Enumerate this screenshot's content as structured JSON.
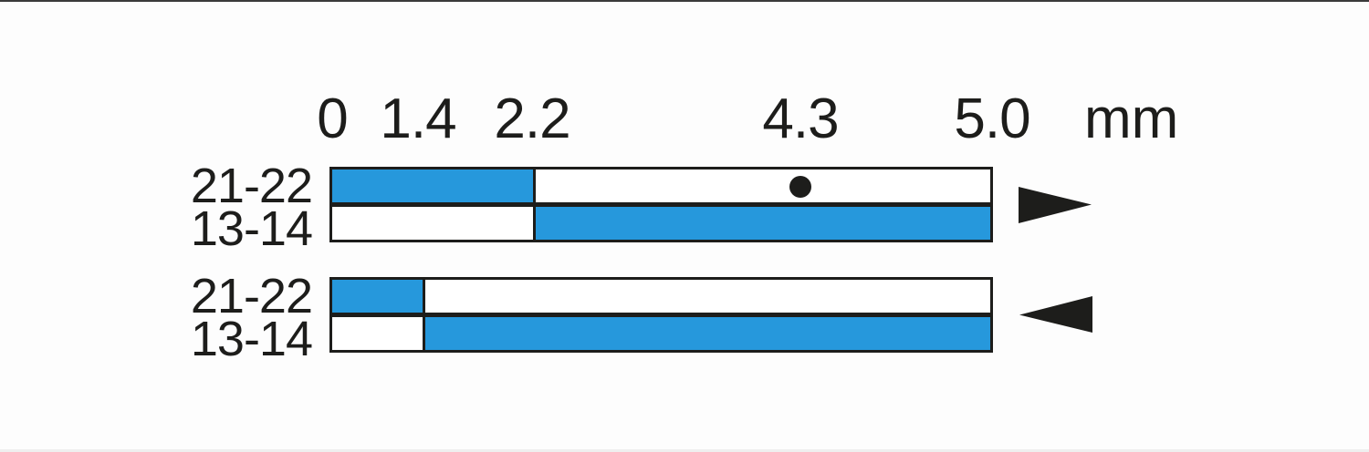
{
  "diagram": {
    "unit": "mm",
    "scale_max": 5.0,
    "scale_labels": [
      "0",
      "1.4",
      "2.2",
      "4.3",
      "5.0"
    ],
    "colors": {
      "active": "#2698dc",
      "inactive": "#ffffff",
      "outline": "#1d1d1b",
      "text": "#1d1d1b"
    },
    "groups": [
      {
        "direction": "right",
        "direction_icon": "triangle-right-icon",
        "switch_point_mm": 2.2,
        "marker_mm": 4.3,
        "marker_row": "21-22",
        "rows": [
          {
            "label": "21-22",
            "active_from_mm": 0,
            "active_to_mm": 2.2
          },
          {
            "label": "13-14",
            "active_from_mm": 2.2,
            "active_to_mm": 5.0
          }
        ]
      },
      {
        "direction": "left",
        "direction_icon": "triangle-left-icon",
        "switch_point_mm": 1.4,
        "rows": [
          {
            "label": "21-22",
            "active_from_mm": 0,
            "active_to_mm": 1.4
          },
          {
            "label": "13-14",
            "active_from_mm": 1.4,
            "active_to_mm": 5.0
          }
        ]
      }
    ]
  }
}
